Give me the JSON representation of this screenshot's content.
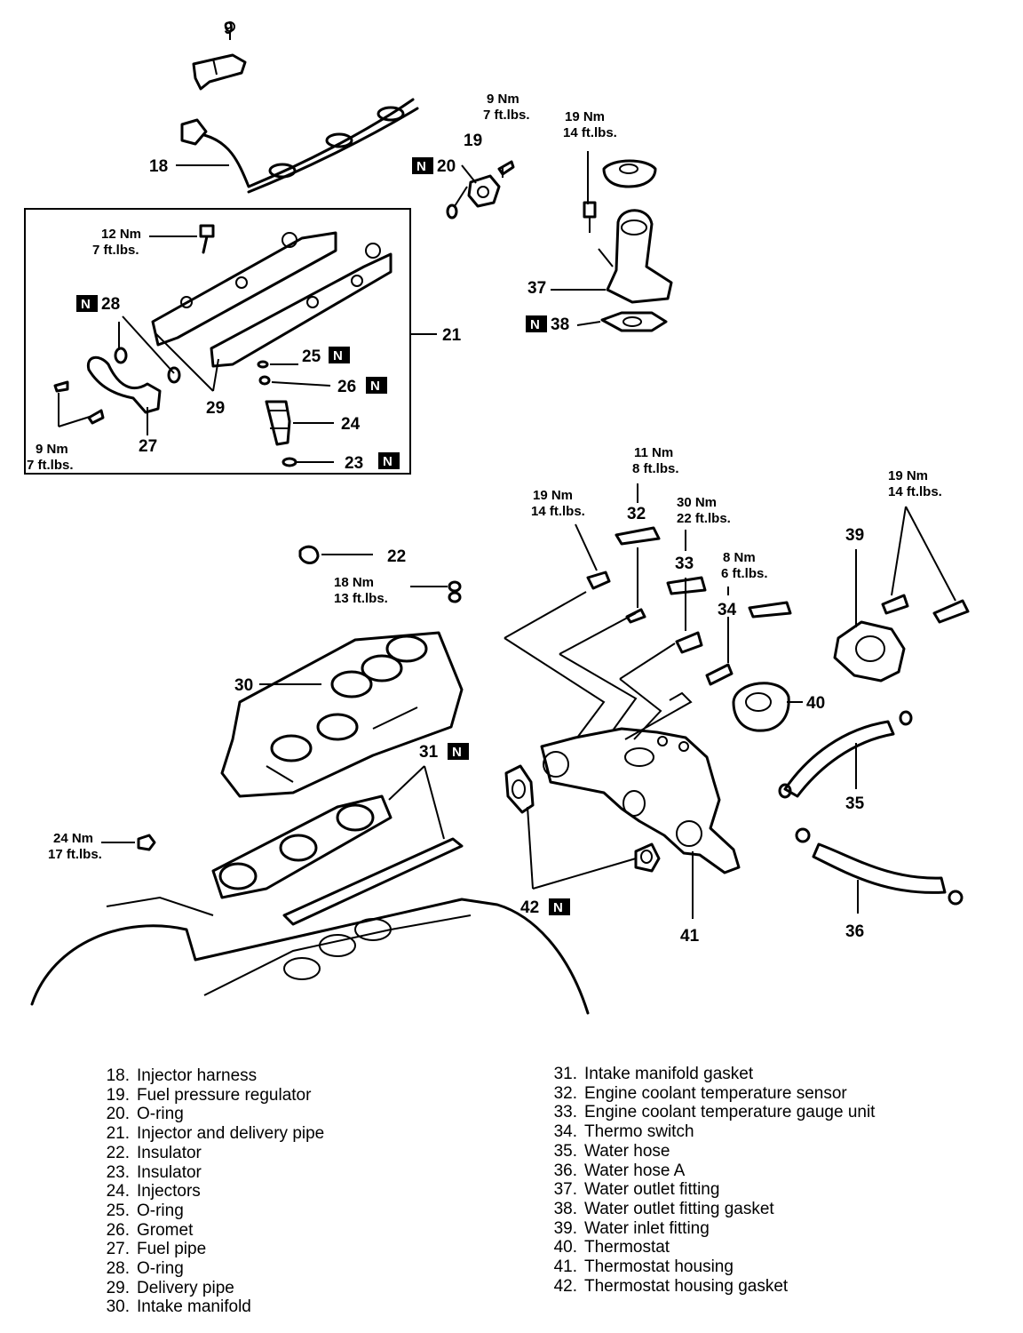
{
  "callouts": [
    {
      "id": "n9",
      "text": "9"
    },
    {
      "id": "n18",
      "text": "18"
    },
    {
      "id": "n19",
      "text": "19"
    },
    {
      "id": "n20",
      "text": "20"
    },
    {
      "id": "n21",
      "text": "21"
    },
    {
      "id": "n22",
      "text": "22"
    },
    {
      "id": "n23",
      "text": "23"
    },
    {
      "id": "n24",
      "text": "24"
    },
    {
      "id": "n25",
      "text": "25"
    },
    {
      "id": "n26",
      "text": "26"
    },
    {
      "id": "n27",
      "text": "27"
    },
    {
      "id": "n28",
      "text": "28"
    },
    {
      "id": "n29",
      "text": "29"
    },
    {
      "id": "n30",
      "text": "30"
    },
    {
      "id": "n31",
      "text": "31"
    },
    {
      "id": "n32",
      "text": "32"
    },
    {
      "id": "n33",
      "text": "33"
    },
    {
      "id": "n34",
      "text": "34"
    },
    {
      "id": "n35",
      "text": "35"
    },
    {
      "id": "n36",
      "text": "36"
    },
    {
      "id": "n37",
      "text": "37"
    },
    {
      "id": "n38",
      "text": "38"
    },
    {
      "id": "n39",
      "text": "39"
    },
    {
      "id": "n40",
      "text": "40"
    },
    {
      "id": "n41",
      "text": "41"
    },
    {
      "id": "n42",
      "text": "42"
    }
  ],
  "new_part_marker": "N",
  "torques": [
    {
      "id": "t_reg",
      "nm": "9 Nm",
      "ft": "7 ft.lbs."
    },
    {
      "id": "t_outlet",
      "nm": "19 Nm",
      "ft": "14 ft.lbs."
    },
    {
      "id": "t_deliv",
      "nm": "12 Nm",
      "ft": "7 ft.lbs."
    },
    {
      "id": "t_fuelpipe",
      "nm": "9 Nm",
      "ft": "7 ft.lbs."
    },
    {
      "id": "t_32",
      "nm": "11 Nm",
      "ft": "8 ft.lbs."
    },
    {
      "id": "t_inlet",
      "nm": "19 Nm",
      "ft": "14 ft.lbs."
    },
    {
      "id": "t_housing",
      "nm": "19 Nm",
      "ft": "14 ft.lbs."
    },
    {
      "id": "t_33",
      "nm": "30 Nm",
      "ft": "22 ft.lbs."
    },
    {
      "id": "t_34",
      "nm": "8 Nm",
      "ft": "6 ft.lbs."
    },
    {
      "id": "t_insul",
      "nm": "18 Nm",
      "ft": "13 ft.lbs."
    },
    {
      "id": "t_manifold",
      "nm": "24 Nm",
      "ft": "17 ft.lbs."
    }
  ],
  "legend_left": [
    {
      "num": "18.",
      "text": "Injector harness"
    },
    {
      "num": "19.",
      "text": "Fuel pressure regulator"
    },
    {
      "num": "20.",
      "text": "O-ring"
    },
    {
      "num": "21.",
      "text": "Injector and delivery pipe"
    },
    {
      "num": "22.",
      "text": "Insulator"
    },
    {
      "num": "23.",
      "text": "Insulator"
    },
    {
      "num": "24.",
      "text": "Injectors"
    },
    {
      "num": "25.",
      "text": "O-ring"
    },
    {
      "num": "26.",
      "text": "Gromet"
    },
    {
      "num": "27.",
      "text": "Fuel pipe"
    },
    {
      "num": "28.",
      "text": "O-ring"
    },
    {
      "num": "29.",
      "text": "Delivery pipe"
    },
    {
      "num": "30.",
      "text": "Intake manifold"
    }
  ],
  "legend_right": [
    {
      "num": "31.",
      "text": "Intake manifold gasket"
    },
    {
      "num": "32.",
      "text": "Engine coolant temperature sensor"
    },
    {
      "num": "33.",
      "text": "Engine coolant temperature gauge unit"
    },
    {
      "num": "34.",
      "text": "Thermo switch"
    },
    {
      "num": "35.",
      "text": "Water hose"
    },
    {
      "num": "36.",
      "text": "Water hose A"
    },
    {
      "num": "37.",
      "text": "Water outlet fitting"
    },
    {
      "num": "38.",
      "text": "Water outlet fitting gasket"
    },
    {
      "num": "39.",
      "text": "Water inlet fitting"
    },
    {
      "num": "40.",
      "text": "Thermostat"
    },
    {
      "num": "41.",
      "text": "Thermostat housing"
    },
    {
      "num": "42.",
      "text": "Thermostat housing gasket"
    }
  ]
}
